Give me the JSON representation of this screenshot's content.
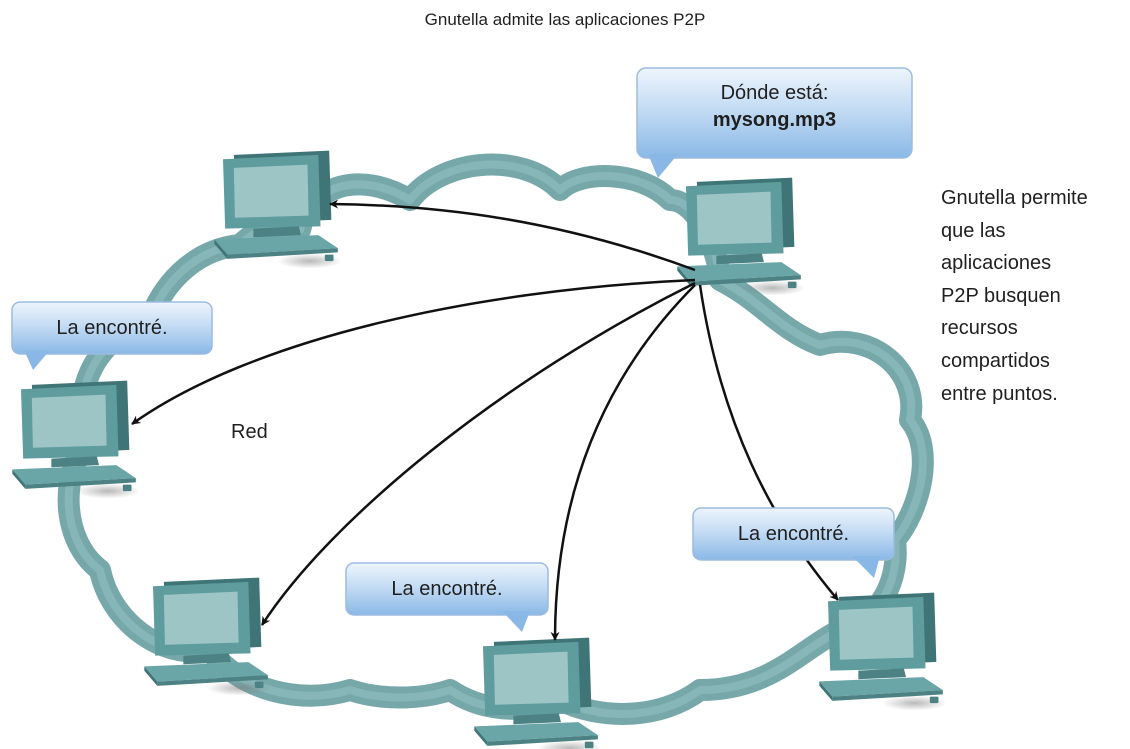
{
  "title": "Gnutella admite las aplicaciones P2P",
  "side_note": "Gnutella permite\nque las\naplicaciones\nP2P busquen\nrecursos\ncompartidos\nentre puntos.",
  "network_label": "Red",
  "query_bubble": {
    "line1": "Dónde está:",
    "line2": "mysong.mp3"
  },
  "found_bubbles": [
    {
      "text": "La encontré."
    },
    {
      "text": "La encontré."
    },
    {
      "text": "La encontré."
    }
  ],
  "colors": {
    "cloud_outline": "#6fa3a5",
    "cloud_dark": "#4f8587",
    "bubble_top": "#ddebf9",
    "bubble_bottom": "#94c0ea",
    "computer_body": "#5e9c9e",
    "computer_screen": "#9cc4c5",
    "arrow": "#111111"
  }
}
